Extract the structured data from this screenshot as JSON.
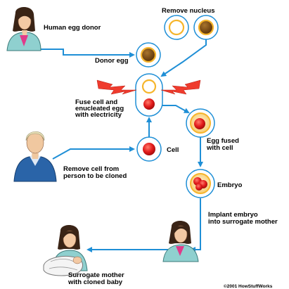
{
  "labels": {
    "human_egg_donor": "Human egg donor",
    "remove_nucleus": "Remove nucleus",
    "donor_egg": "Donor egg",
    "fuse_line1": "Fuse cell and",
    "fuse_line2": "enucleated egg",
    "fuse_line3": "with electricity",
    "egg_fused_line1": "Egg fused",
    "egg_fused_line2": "with cell",
    "cell": "Cell",
    "remove_cell_line1": "Remove cell from",
    "remove_cell_line2": "person to be cloned",
    "embryo": "Embryo",
    "implant_line1": "Implant embryo",
    "implant_line2": "into surrogate mother",
    "surrogate_line1": "Surrogate mother",
    "surrogate_line2": "with cloned baby",
    "copyright": "©2001 HowStuffWorks"
  },
  "icons": {
    "egg_donor": "woman-portrait-icon",
    "clone_subject": "man-portrait-icon",
    "surrogate_mother": "woman-portrait-icon",
    "cloned_baby": "baby-icon",
    "electric_spark": "lightning-bolt-icon",
    "egg_cell": "egg-cell-icon",
    "nucleus": "nucleus-icon",
    "arrow": "arrow-icon"
  },
  "colors": {
    "connector": "#1f8fd6",
    "membrane": "#f6b52b",
    "cell_red": "#e21b1b",
    "nucleus_brown": "#7a4a15",
    "spark": "#ef3b2d",
    "ring_white": "#ffffff"
  }
}
